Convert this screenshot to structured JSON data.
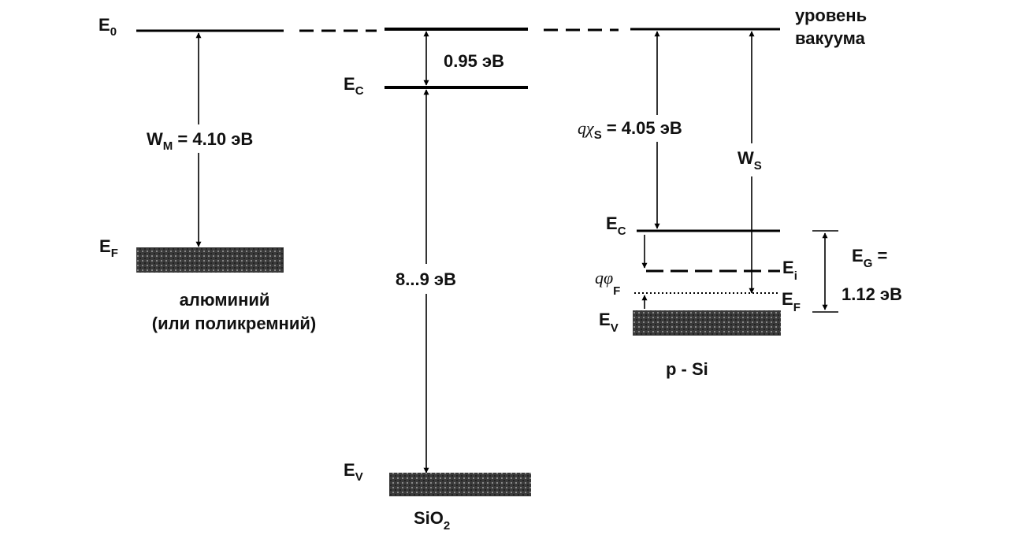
{
  "metal": {
    "e0_label": "E",
    "e0_sub": "0",
    "ef_label": "E",
    "ef_sub": "F",
    "wm_label": "W",
    "wm_sub": "M",
    "wm_value": " = 4.10 эВ",
    "name_line1": "алюминий",
    "name_line2": "(или поликремний)"
  },
  "oxide": {
    "ec_label": "E",
    "ec_sub": "C",
    "ev_label": "E",
    "ev_sub": "V",
    "barrier": "0.95 эВ",
    "gap": "8...9 эВ",
    "name": "SiO",
    "name_sub": "2"
  },
  "semiconductor": {
    "vacuum_line1": "уровень",
    "vacuum_line2": "вакуума",
    "chi_symbol": "qχ",
    "chi_sub": "S",
    "chi_value": " = 4.05 эВ",
    "ws_label": "W",
    "ws_sub": "S",
    "ec_label": "E",
    "ec_sub": "C",
    "ei_label": "E",
    "ei_sub": "i",
    "ef_label": "E",
    "ef_sub": "F",
    "ev_label": "E",
    "ev_sub": "V",
    "phi_symbol": "qφ",
    "phi_sub": "F",
    "eg_label": "E",
    "eg_sub": "G",
    "eg_eq": " =",
    "eg_value": "1.12 эВ",
    "name": "p - Si"
  }
}
